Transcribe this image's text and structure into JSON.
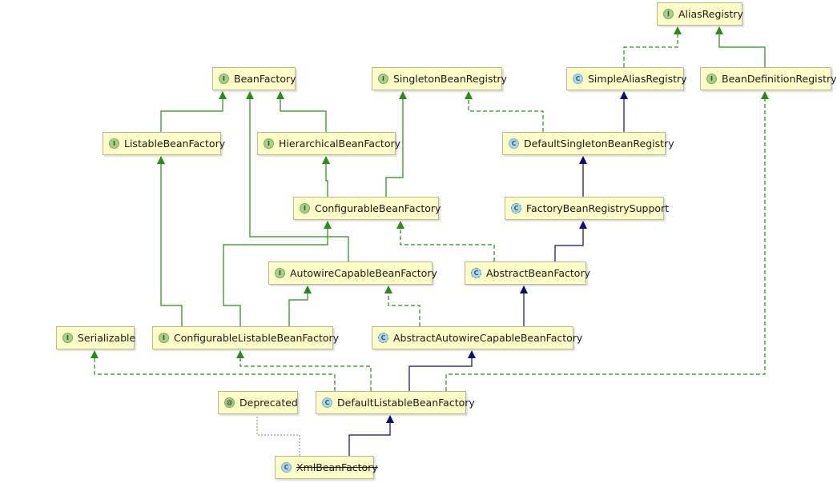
{
  "colors": {
    "interface_arrow": "#2b8a18",
    "class_arrow": "#0b0b7a",
    "node_fill": "#fefdc8",
    "node_border": "#b8b891"
  },
  "nodes": {
    "alias_registry": {
      "label": "AliasRegistry",
      "badge": "I",
      "kind": "interface"
    },
    "bean_factory": {
      "label": "BeanFactory",
      "badge": "I",
      "kind": "interface"
    },
    "singleton_bean_registry": {
      "label": "SingletonBeanRegistry",
      "badge": "I",
      "kind": "interface"
    },
    "simple_alias_registry": {
      "label": "SimpleAliasRegistry",
      "badge": "C",
      "kind": "class"
    },
    "bean_definition_registry": {
      "label": "BeanDefinitionRegistry",
      "badge": "I",
      "kind": "interface"
    },
    "listable_bean_factory": {
      "label": "ListableBeanFactory",
      "badge": "I",
      "kind": "interface"
    },
    "hierarchical_bean_factory": {
      "label": "HierarchicalBeanFactory",
      "badge": "I",
      "kind": "interface"
    },
    "default_singleton_bean_registry": {
      "label": "DefaultSingletonBeanRegistry",
      "badge": "C",
      "kind": "class"
    },
    "configurable_bean_factory": {
      "label": "ConfigurableBeanFactory",
      "badge": "I",
      "kind": "interface"
    },
    "factory_bean_registry_support": {
      "label": "FactoryBeanRegistrySupport",
      "badge": "C",
      "kind": "abstract"
    },
    "autowire_capable_bean_factory": {
      "label": "AutowireCapableBeanFactory",
      "badge": "I",
      "kind": "interface"
    },
    "abstract_bean_factory": {
      "label": "AbstractBeanFactory",
      "badge": "C",
      "kind": "abstract"
    },
    "serializable": {
      "label": "Serializable",
      "badge": "I",
      "kind": "interface"
    },
    "configurable_listable_bean_factory": {
      "label": "ConfigurableListableBeanFactory",
      "badge": "I",
      "kind": "interface"
    },
    "abstract_autowire_capable_bean_factory": {
      "label": "AbstractAutowireCapableBeanFactory",
      "badge": "C",
      "kind": "abstract"
    },
    "deprecated": {
      "label": "Deprecated",
      "badge": "@",
      "kind": "annotation"
    },
    "default_listable_bean_factory": {
      "label": "DefaultListableBeanFactory",
      "badge": "C",
      "kind": "class"
    },
    "xml_bean_factory": {
      "label": "XmlBeanFactory",
      "badge": "C",
      "kind": "class",
      "deprecated": true
    }
  }
}
